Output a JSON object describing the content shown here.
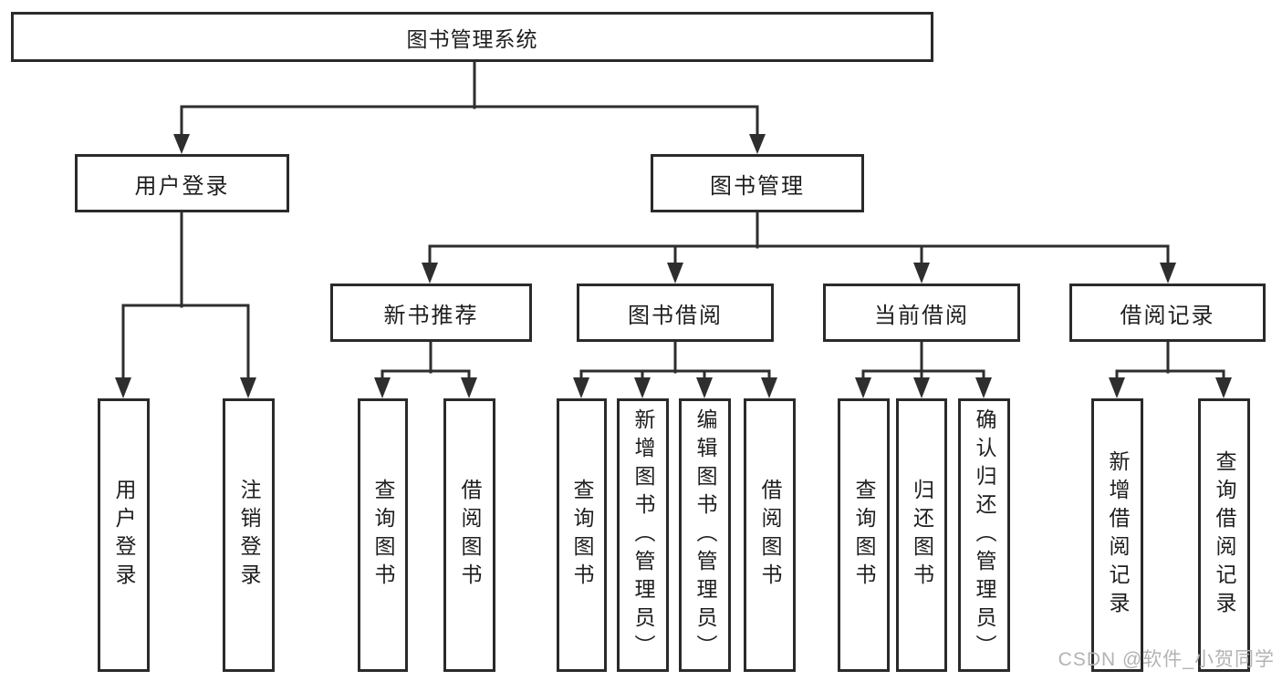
{
  "diagram": {
    "title": "图书管理系统",
    "type": "hierarchy-tree",
    "tree": {
      "label": "图书管理系统",
      "children": [
        {
          "label": "用户登录",
          "children": [
            {
              "label": "用户登录"
            },
            {
              "label": "注销登录"
            }
          ]
        },
        {
          "label": "图书管理",
          "children": [
            {
              "label": "新书推荐",
              "children": [
                {
                  "label": "查询图书"
                },
                {
                  "label": "借阅图书"
                }
              ]
            },
            {
              "label": "图书借阅",
              "children": [
                {
                  "label": "查询图书"
                },
                {
                  "label": "新增图书（管理员）"
                },
                {
                  "label": "编辑图书（管理员）"
                },
                {
                  "label": "借阅图书"
                }
              ]
            },
            {
              "label": "当前借阅",
              "children": [
                {
                  "label": "查询图书"
                },
                {
                  "label": "归还图书"
                },
                {
                  "label": "确认归还（管理员）"
                }
              ]
            },
            {
              "label": "借阅记录",
              "children": [
                {
                  "label": "新增借阅记录"
                },
                {
                  "label": "查询借阅记录"
                }
              ]
            }
          ]
        }
      ]
    }
  },
  "watermark": {
    "text": "CSDN @软件_小贺同学"
  },
  "colors": {
    "background": "#ffffff",
    "line": "#2e2e2e",
    "box_border": "#2a2a2a",
    "text": "#1e1e1e",
    "watermark": "#b3b3b3"
  }
}
